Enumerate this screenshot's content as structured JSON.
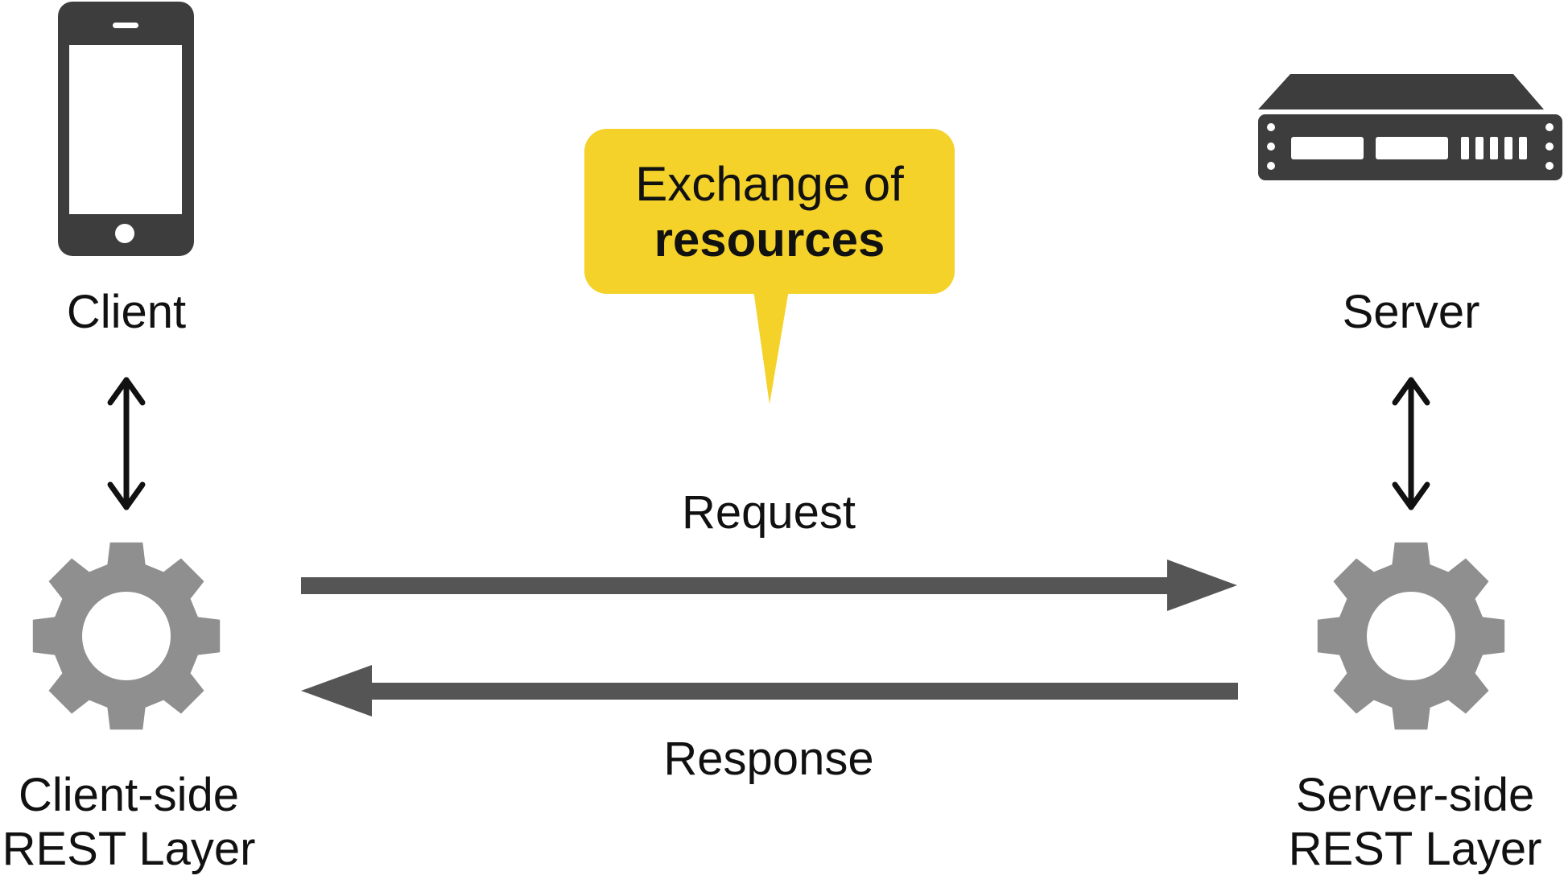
{
  "client": {
    "label": "Client",
    "icon": "smartphone-icon"
  },
  "server": {
    "label": "Server",
    "icon": "server-rack-icon"
  },
  "client_layer": {
    "line1": "Client-side",
    "line2": "REST Layer",
    "icon": "gear-icon"
  },
  "server_layer": {
    "line1": "Server-side",
    "line2": "REST Layer",
    "icon": "gear-icon"
  },
  "request": {
    "label": "Request"
  },
  "response": {
    "label": "Response"
  },
  "callout": {
    "line1": "Exchange of",
    "line2": "resources"
  },
  "colors": {
    "callout_fill": "#f4d22a",
    "device_dark": "#3d3d3d",
    "gear_gray": "#8f8f8f",
    "arrow_gray": "#555555",
    "text": "#111111"
  }
}
